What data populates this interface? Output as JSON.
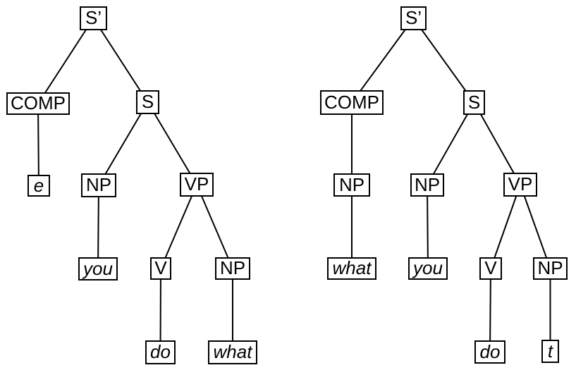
{
  "colors": {
    "background": "#ffffff",
    "line": "#000000",
    "box_border": "#000000",
    "box_fill": "#ffffff",
    "text": "#000000"
  },
  "trees": [
    {
      "name": "left-tree",
      "nodes": [
        {
          "label": "S’",
          "parent": null,
          "italic": false
        },
        {
          "label": "COMP",
          "parent": 0,
          "italic": false
        },
        {
          "label": "S",
          "parent": 0,
          "italic": false
        },
        {
          "label": "e",
          "parent": 1,
          "italic": true
        },
        {
          "label": "NP",
          "parent": 2,
          "italic": false
        },
        {
          "label": "VP",
          "parent": 2,
          "italic": false
        },
        {
          "label": "you",
          "parent": 4,
          "italic": true
        },
        {
          "label": "V",
          "parent": 5,
          "italic": false
        },
        {
          "label": "NP",
          "parent": 5,
          "italic": false
        },
        {
          "label": "do",
          "parent": 7,
          "italic": true
        },
        {
          "label": "what",
          "parent": 8,
          "italic": true
        }
      ]
    },
    {
      "name": "right-tree",
      "nodes": [
        {
          "label": "S’",
          "parent": null,
          "italic": false
        },
        {
          "label": "COMP",
          "parent": 0,
          "italic": false
        },
        {
          "label": "S",
          "parent": 0,
          "italic": false
        },
        {
          "label": "NP",
          "parent": 1,
          "italic": false
        },
        {
          "label": "NP",
          "parent": 2,
          "italic": false
        },
        {
          "label": "VP",
          "parent": 2,
          "italic": false
        },
        {
          "label": "what",
          "parent": 3,
          "italic": true
        },
        {
          "label": "you",
          "parent": 4,
          "italic": true
        },
        {
          "label": "V",
          "parent": 5,
          "italic": false
        },
        {
          "label": "NP",
          "parent": 5,
          "italic": false
        },
        {
          "label": "do",
          "parent": 8,
          "italic": true
        },
        {
          "label": "t",
          "parent": 9,
          "italic": true
        }
      ]
    }
  ]
}
